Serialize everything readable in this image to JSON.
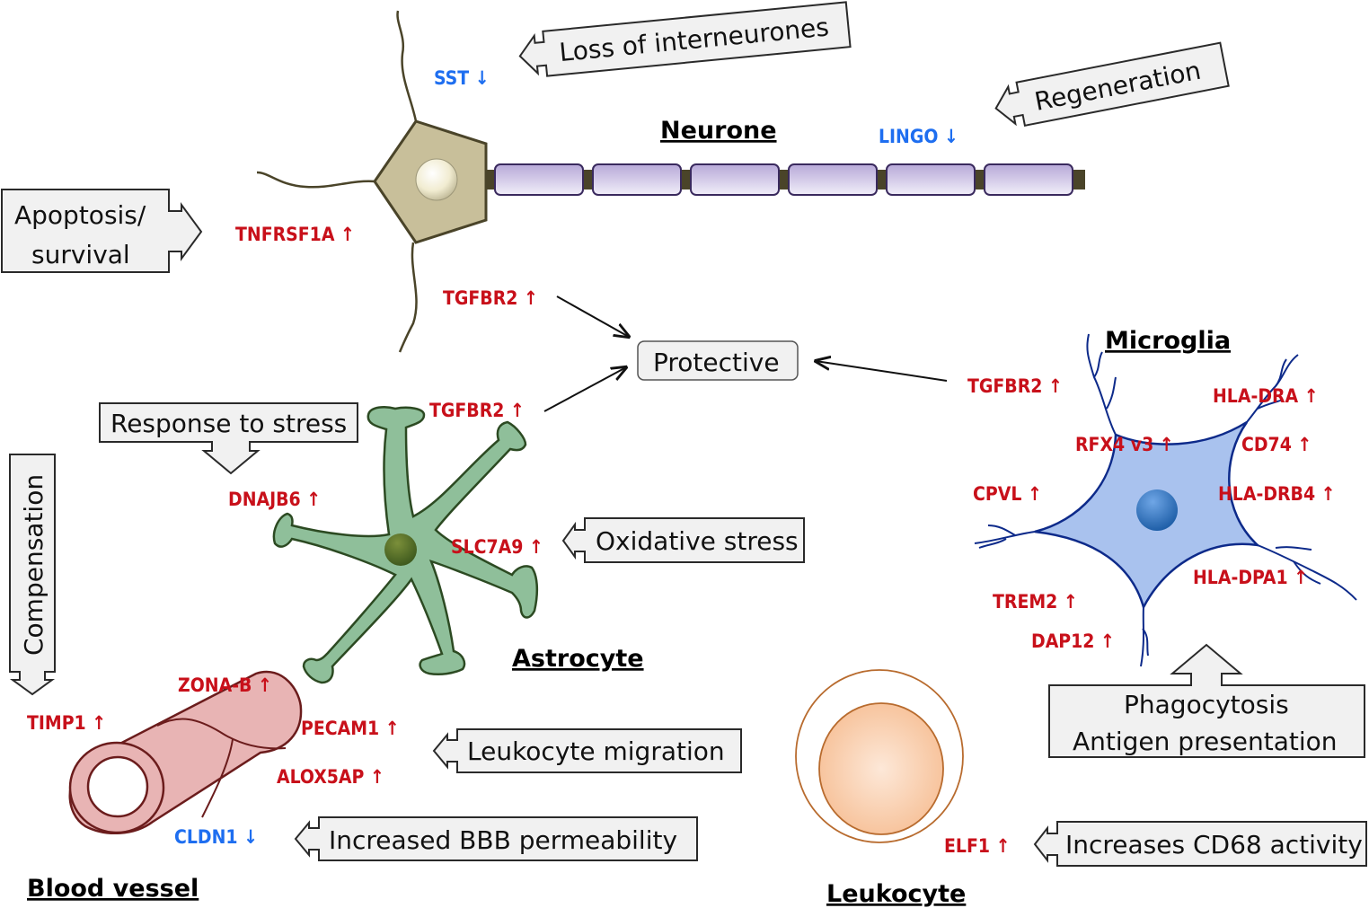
{
  "cells": {
    "neurone": {
      "title": "Neurone",
      "genes": [
        {
          "label": "SST ↓",
          "direction": "down"
        },
        {
          "label": "LINGO ↓",
          "direction": "down"
        },
        {
          "label": "TNFRSF1A ↑",
          "direction": "up"
        },
        {
          "label": "TGFBR2 ↑",
          "direction": "up"
        }
      ]
    },
    "astrocyte": {
      "title": "Astrocyte",
      "genes": [
        {
          "label": "TGFBR2 ↑",
          "direction": "up"
        },
        {
          "label": "DNAJB6 ↑",
          "direction": "up"
        },
        {
          "label": "SLC7A9 ↑",
          "direction": "up"
        }
      ]
    },
    "microglia": {
      "title": "Microglia",
      "genes": [
        {
          "label": "TGFBR2 ↑",
          "direction": "up"
        },
        {
          "label": "HLA-DRA ↑",
          "direction": "up"
        },
        {
          "label": "RFX4 v3 ↑",
          "direction": "up"
        },
        {
          "label": "CD74 ↑",
          "direction": "up"
        },
        {
          "label": "CPVL ↑",
          "direction": "up"
        },
        {
          "label": "HLA-DRB4 ↑",
          "direction": "up"
        },
        {
          "label": "HLA-DPA1 ↑",
          "direction": "up"
        },
        {
          "label": "TREM2 ↑",
          "direction": "up"
        },
        {
          "label": "DAP12 ↑",
          "direction": "up"
        }
      ]
    },
    "blood_vessel": {
      "title": "Blood vessel",
      "genes": [
        {
          "label": "ZONA-B ↑",
          "direction": "up"
        },
        {
          "label": "TIMP1 ↑",
          "direction": "up"
        },
        {
          "label": "PECAM1 ↑",
          "direction": "up"
        },
        {
          "label": "ALOX5AP ↑",
          "direction": "up"
        },
        {
          "label": "CLDN1 ↓",
          "direction": "down"
        }
      ]
    },
    "leukocyte": {
      "title": "Leukocyte",
      "genes": [
        {
          "label": "ELF1 ↑",
          "direction": "up"
        }
      ]
    }
  },
  "callouts": {
    "loss_of_interneurones": "Loss of interneurones",
    "regeneration": "Regeneration",
    "apoptosis_line1": "Apoptosis/",
    "apoptosis_line2": "survival",
    "protective": "Protective",
    "response_to_stress": "Response to stress",
    "compensation": "Compensation",
    "oxidative_stress": "Oxidative stress",
    "leukocyte_migration": "Leukocyte migration",
    "increased_bbb": "Increased BBB permeability",
    "phagocytosis_line1": "Phagocytosis",
    "phagocytosis_line2": "Antigen presentation",
    "increases_cd68": "Increases CD68 activity"
  },
  "colors": {
    "upregulated": "#c8101a",
    "downregulated": "#1e6ef0",
    "neurone_body": "#c8bf9a",
    "myelin": "#cfc6e6",
    "astrocyte": "#8fbf9a",
    "microglia": "#a9c2ee",
    "vessel": "#e8b4b4",
    "leukocyte": "#f7c9a4"
  }
}
